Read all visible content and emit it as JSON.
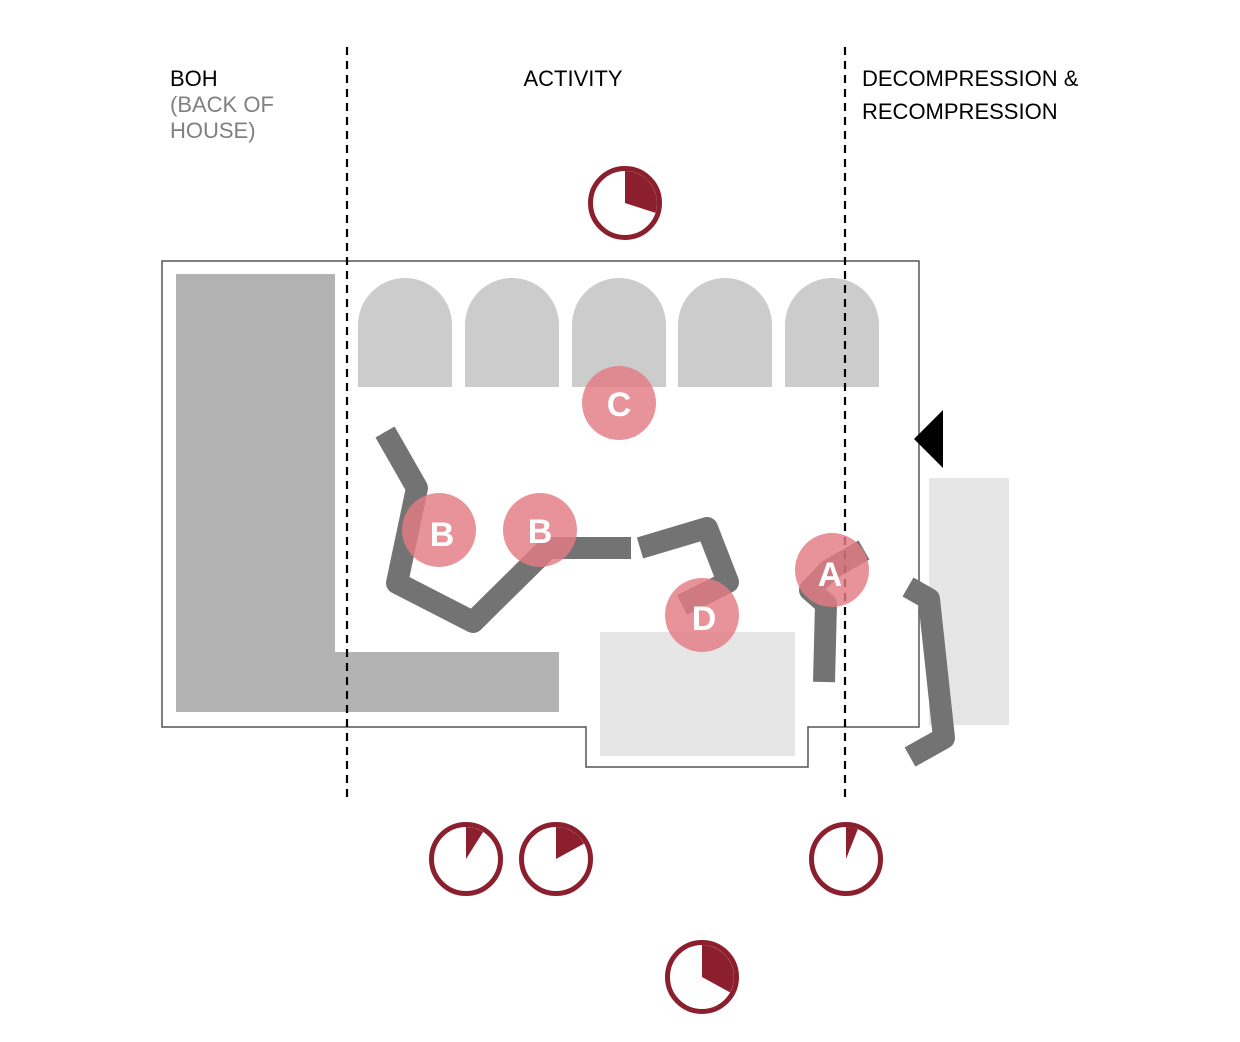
{
  "zones": {
    "boh": {
      "label": "BOH",
      "sub_line1": "(BACK OF",
      "sub_line2": "HOUSE)"
    },
    "activity": {
      "label": "ACTIVITY"
    },
    "decompression": {
      "line1": "DECOMPRESSION &",
      "line2": "RECOMPRESSION"
    }
  },
  "markers": [
    {
      "id": "c",
      "letter": "C"
    },
    {
      "id": "b1",
      "letter": "B"
    },
    {
      "id": "b2",
      "letter": "B"
    },
    {
      "id": "a",
      "letter": "A"
    },
    {
      "id": "d",
      "letter": "D"
    }
  ],
  "time_clocks": [
    {
      "id": "top",
      "fraction": 0.3
    },
    {
      "id": "bottom-1",
      "fraction": 0.09
    },
    {
      "id": "bottom-2",
      "fraction": 0.17
    },
    {
      "id": "bottom-3",
      "fraction": 0.06
    },
    {
      "id": "bottom-4",
      "fraction": 0.33
    }
  ],
  "colors": {
    "clock": "#8c1f2e",
    "marker": "#e27b82",
    "path": "#737373",
    "dark_block": "#b3b3b3",
    "mid_block": "#cccccc",
    "light_block": "#e6e6e6",
    "outline": "#555555"
  }
}
